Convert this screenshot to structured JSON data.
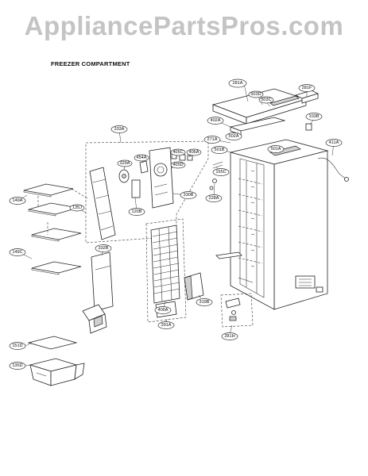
{
  "watermark": "AppliancePartsPros.com",
  "heading": "FREEZER COMPARTMENT",
  "part_labels": {
    "p281a": "281A",
    "p503d": "503D",
    "p503c": "503C",
    "p281f": "281F",
    "p103b": "103B",
    "p402a": "402A",
    "p271a": "271A",
    "p502a": "502A",
    "p501a": "501A",
    "p501b": "501B",
    "p411a": "411A",
    "p155c": "155C",
    "p228a": "228A",
    "p333a": "333A",
    "p329a": "329A",
    "p454a": "454A",
    "p405c": "405C",
    "p406a": "406A",
    "p405d": "405D",
    "p330b": "330B",
    "p120b": "120B",
    "p149a": "149A",
    "p135j": "135J",
    "p149c": "149C",
    "p332b": "332B",
    "p409a": "409A",
    "p319b": "319B",
    "p391a": "391A",
    "p151d": "151D",
    "p135d": "135D",
    "p281h": "281H"
  }
}
